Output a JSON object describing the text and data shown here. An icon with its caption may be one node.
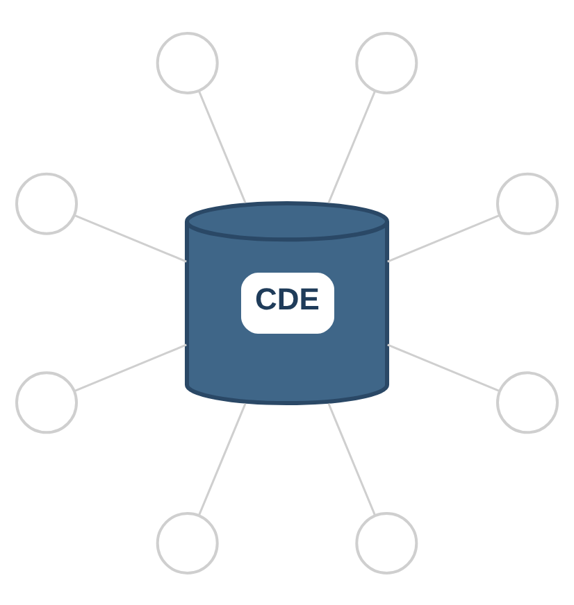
{
  "diagram": {
    "nodes": [
      {
        "text": [
          "CDE"
        ]
      },
      {
        "text": [],
        "shape": "circle"
      },
      {
        "text": [],
        "shape": "circle"
      },
      {
        "text": [],
        "shape": "circle"
      },
      {
        "text": [],
        "shape": "circle"
      },
      {
        "text": [],
        "shape": "circle"
      },
      {
        "text": [],
        "shape": "circle"
      },
      {
        "text": [],
        "shape": "circle"
      },
      {
        "text": [],
        "shape": "circle"
      }
    ],
    "edges": [
      {
        "from": 0,
        "to": 1,
        "arrow": "none"
      },
      {
        "from": 0,
        "to": 2,
        "arrow": "none"
      },
      {
        "from": 0,
        "to": 3,
        "arrow": "none"
      },
      {
        "from": 0,
        "to": 4,
        "arrow": "none"
      },
      {
        "from": 0,
        "to": 5,
        "arrow": "none"
      },
      {
        "from": 0,
        "to": 6,
        "arrow": "none"
      },
      {
        "from": 0,
        "to": 7,
        "arrow": "none"
      },
      {
        "from": 0,
        "to": 8,
        "arrow": "none"
      }
    ]
  }
}
